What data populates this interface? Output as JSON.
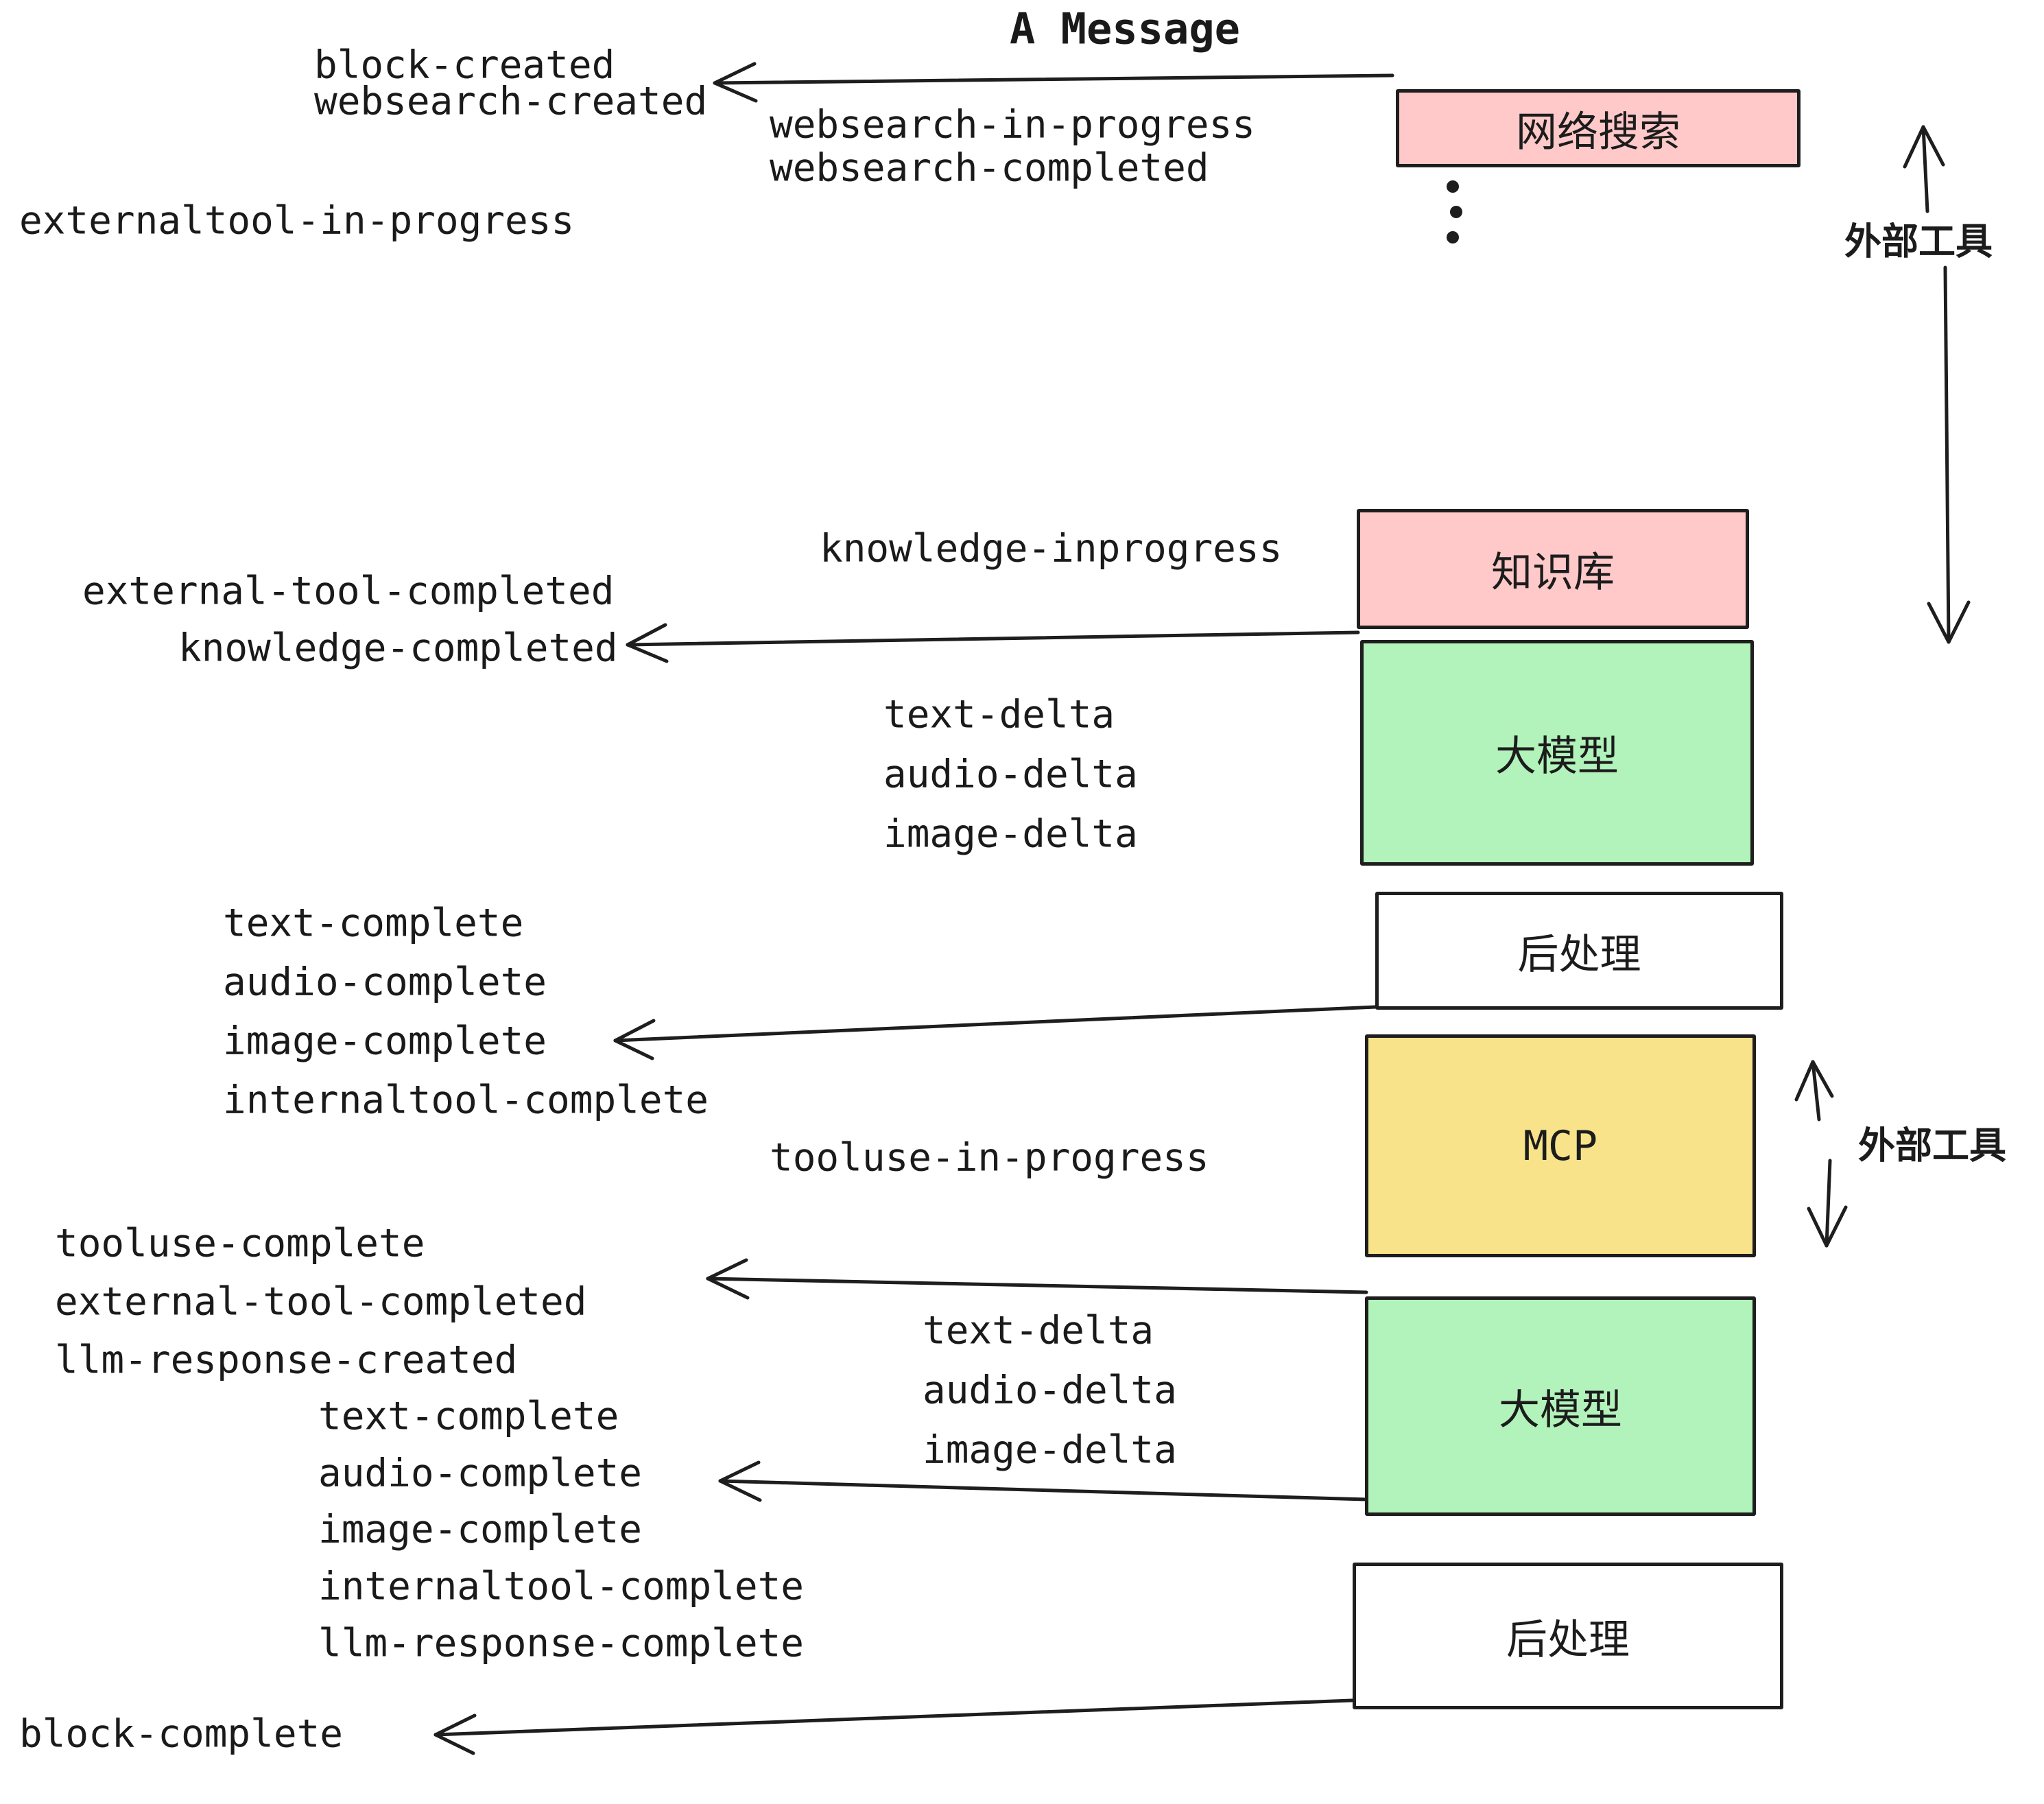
{
  "diagram": {
    "title": "A Message",
    "colors": {
      "pink": "#ffc9c9",
      "green": "#b2f2bb",
      "yellow": "#f8e38a",
      "white": "#ffffff",
      "stroke": "#1e1e1e"
    },
    "boxes": [
      {
        "id": "websearch",
        "label": "网络搜索",
        "color": "pink"
      },
      {
        "id": "knowledge",
        "label": "知识库",
        "color": "pink"
      },
      {
        "id": "llm-1",
        "label": "大模型",
        "color": "green"
      },
      {
        "id": "post-1",
        "label": "后处理",
        "color": "white"
      },
      {
        "id": "mcp",
        "label": "MCP",
        "color": "yellow"
      },
      {
        "id": "llm-2",
        "label": "大模型",
        "color": "green"
      },
      {
        "id": "post-2",
        "label": "后处理",
        "color": "white"
      }
    ],
    "side_labels": [
      {
        "text": "外部工具"
      },
      {
        "text": "外部工具"
      }
    ],
    "events": [
      {
        "id": "block-created",
        "text": "block-created"
      },
      {
        "id": "websearch-created",
        "text": "websearch-created"
      },
      {
        "id": "websearch-in-progress",
        "text": "websearch-in-progress"
      },
      {
        "id": "websearch-completed",
        "text": "websearch-completed"
      },
      {
        "id": "externaltool-in-progress",
        "text": "externaltool-in-progress"
      },
      {
        "id": "knowledge-inprogress",
        "text": "knowledge-inprogress"
      },
      {
        "id": "external-tool-completed-1",
        "text": "external-tool-completed"
      },
      {
        "id": "knowledge-completed",
        "text": "knowledge-completed"
      },
      {
        "id": "text-delta-1",
        "text": "text-delta"
      },
      {
        "id": "audio-delta-1",
        "text": "audio-delta"
      },
      {
        "id": "image-delta-1",
        "text": "image-delta"
      },
      {
        "id": "text-complete-1",
        "text": "text-complete"
      },
      {
        "id": "audio-complete-1",
        "text": "audio-complete"
      },
      {
        "id": "image-complete-1",
        "text": "image-complete"
      },
      {
        "id": "internaltool-complete-1",
        "text": "internaltool-complete"
      },
      {
        "id": "tooluse-in-progress",
        "text": "tooluse-in-progress"
      },
      {
        "id": "tooluse-complete",
        "text": "tooluse-complete"
      },
      {
        "id": "external-tool-completed-2",
        "text": "external-tool-completed"
      },
      {
        "id": "llm-response-created",
        "text": "llm-response-created"
      },
      {
        "id": "text-delta-2",
        "text": "text-delta"
      },
      {
        "id": "audio-delta-2",
        "text": "audio-delta"
      },
      {
        "id": "image-delta-2",
        "text": "image-delta"
      },
      {
        "id": "text-complete-2",
        "text": "text-complete"
      },
      {
        "id": "audio-complete-2",
        "text": "audio-complete"
      },
      {
        "id": "image-complete-2",
        "text": "image-complete"
      },
      {
        "id": "internaltool-complete-2",
        "text": "internaltool-complete"
      },
      {
        "id": "llm-response-complete",
        "text": "llm-response-complete"
      },
      {
        "id": "block-complete",
        "text": "block-complete"
      }
    ]
  }
}
